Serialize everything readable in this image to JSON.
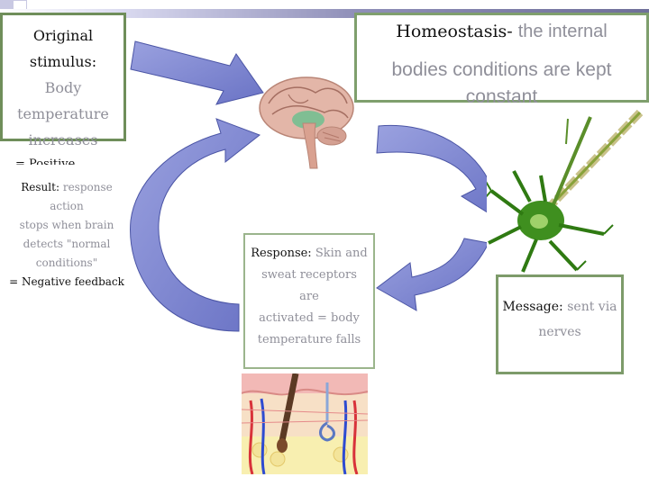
{
  "boxes": {
    "original": {
      "label": "Original stimulus:",
      "text": "Body temperature increases",
      "text_line1": "Body temperature",
      "text_line2": "increases",
      "note": "= Positive Feedback"
    },
    "homeostasis": {
      "title": "Homeostasis-",
      "definition_line1": "the internal",
      "definition_line2": "bodies conditions are kept constant"
    },
    "result": {
      "label": "Result:",
      "text_line1": "response action",
      "text_line2": "stops when brain",
      "text_line3": "detects \"normal",
      "text_line4": "conditions\"",
      "note": "= Negative feedback"
    },
    "response": {
      "label": "Response:",
      "text_line1": "Skin and",
      "text_line2": "sweat receptors are",
      "text_line3": "activated = body",
      "text_line4": "temperature falls"
    },
    "message": {
      "label": "Message:",
      "text_line1": "sent via",
      "text_line2": "nerves"
    }
  },
  "illustrations": {
    "brain": "brain-illustration",
    "neuron": "neuron-illustration",
    "skin": "skin-cross-section-illustration"
  },
  "colors": {
    "box_border": "#6f8e5a",
    "arrow_fill": "#7a83cf",
    "arrow_stroke": "#4b55a5",
    "muted_text": "#8f8f99"
  }
}
